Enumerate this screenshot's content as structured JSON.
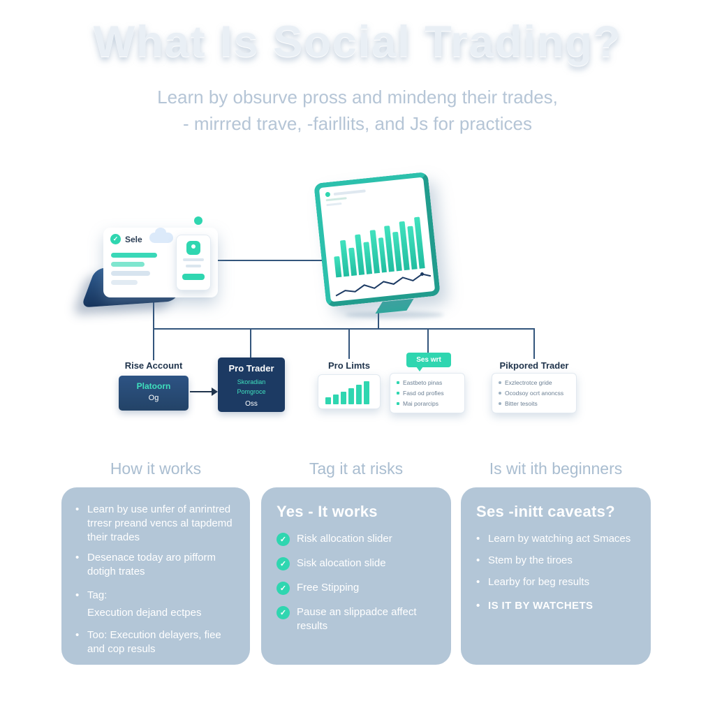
{
  "colors": {
    "accent": "#2fd6b0",
    "navy": "#1c3a63",
    "panel": "#b3c6d7"
  },
  "icons": {
    "check": "✓",
    "bullet": "•"
  },
  "header": {
    "title": "What Is Social Trading?",
    "subtitle_line1": "Learn by obsurve pross and mindeng their trades,",
    "subtitle_line2": "- mirrred trave, -fairllits, and Js for practices"
  },
  "illustration": {
    "card_label": "Sele",
    "monitor_bars": [
      30,
      52,
      40,
      58,
      46,
      62,
      50,
      66,
      56,
      70,
      62,
      74
    ]
  },
  "flow": {
    "node1": {
      "label": "Rise Account",
      "line1": "Platoorn",
      "line2": "Og"
    },
    "node2": {
      "title": "Pro Trader",
      "line1": "Skoradian",
      "line2": "Pomgroce",
      "line3": "Oss"
    },
    "node3": {
      "label": "Pro Limts",
      "bars": [
        10,
        14,
        18,
        23,
        28,
        33
      ]
    },
    "node4": {
      "badge": "Ses wrt",
      "items": [
        "Eastbeto pinas",
        "Fasd od profies",
        "Mai porarcips"
      ]
    },
    "node5": {
      "label": "Pikpored Trader",
      "items": [
        "Exzlectrotce gride",
        "Ocodsoy ocrt anoncss",
        "Bitter tesoits"
      ]
    }
  },
  "sections": {
    "col1_header": "How it works",
    "col2_header": "Tag it at risks",
    "col3_header": "Is wit ith beginners"
  },
  "panel1": {
    "items": [
      {
        "text": "Learn by use unfer of anrintred trresr preand vencs al tapdemd their trades"
      },
      {
        "text": "Desenace today aro pifform dotigh trates"
      },
      {
        "text": "Tag:",
        "detail": "Execution dejand ectpes"
      },
      {
        "text": "Too: Execution delayers, fiee and cop resuls"
      }
    ]
  },
  "panel2": {
    "heading": "Yes - It works",
    "items": [
      "Risk allocation slider",
      "Sisk alocation slide",
      "Free Stipping",
      "Pause an slippadce affect results"
    ]
  },
  "panel3": {
    "heading": "Ses -initt caveats?",
    "items": [
      "Learn by watching act Smaces",
      "Stem by the tiroes",
      "Learby for beg results"
    ],
    "emphasis": "IS IT BY WATCHETS"
  }
}
